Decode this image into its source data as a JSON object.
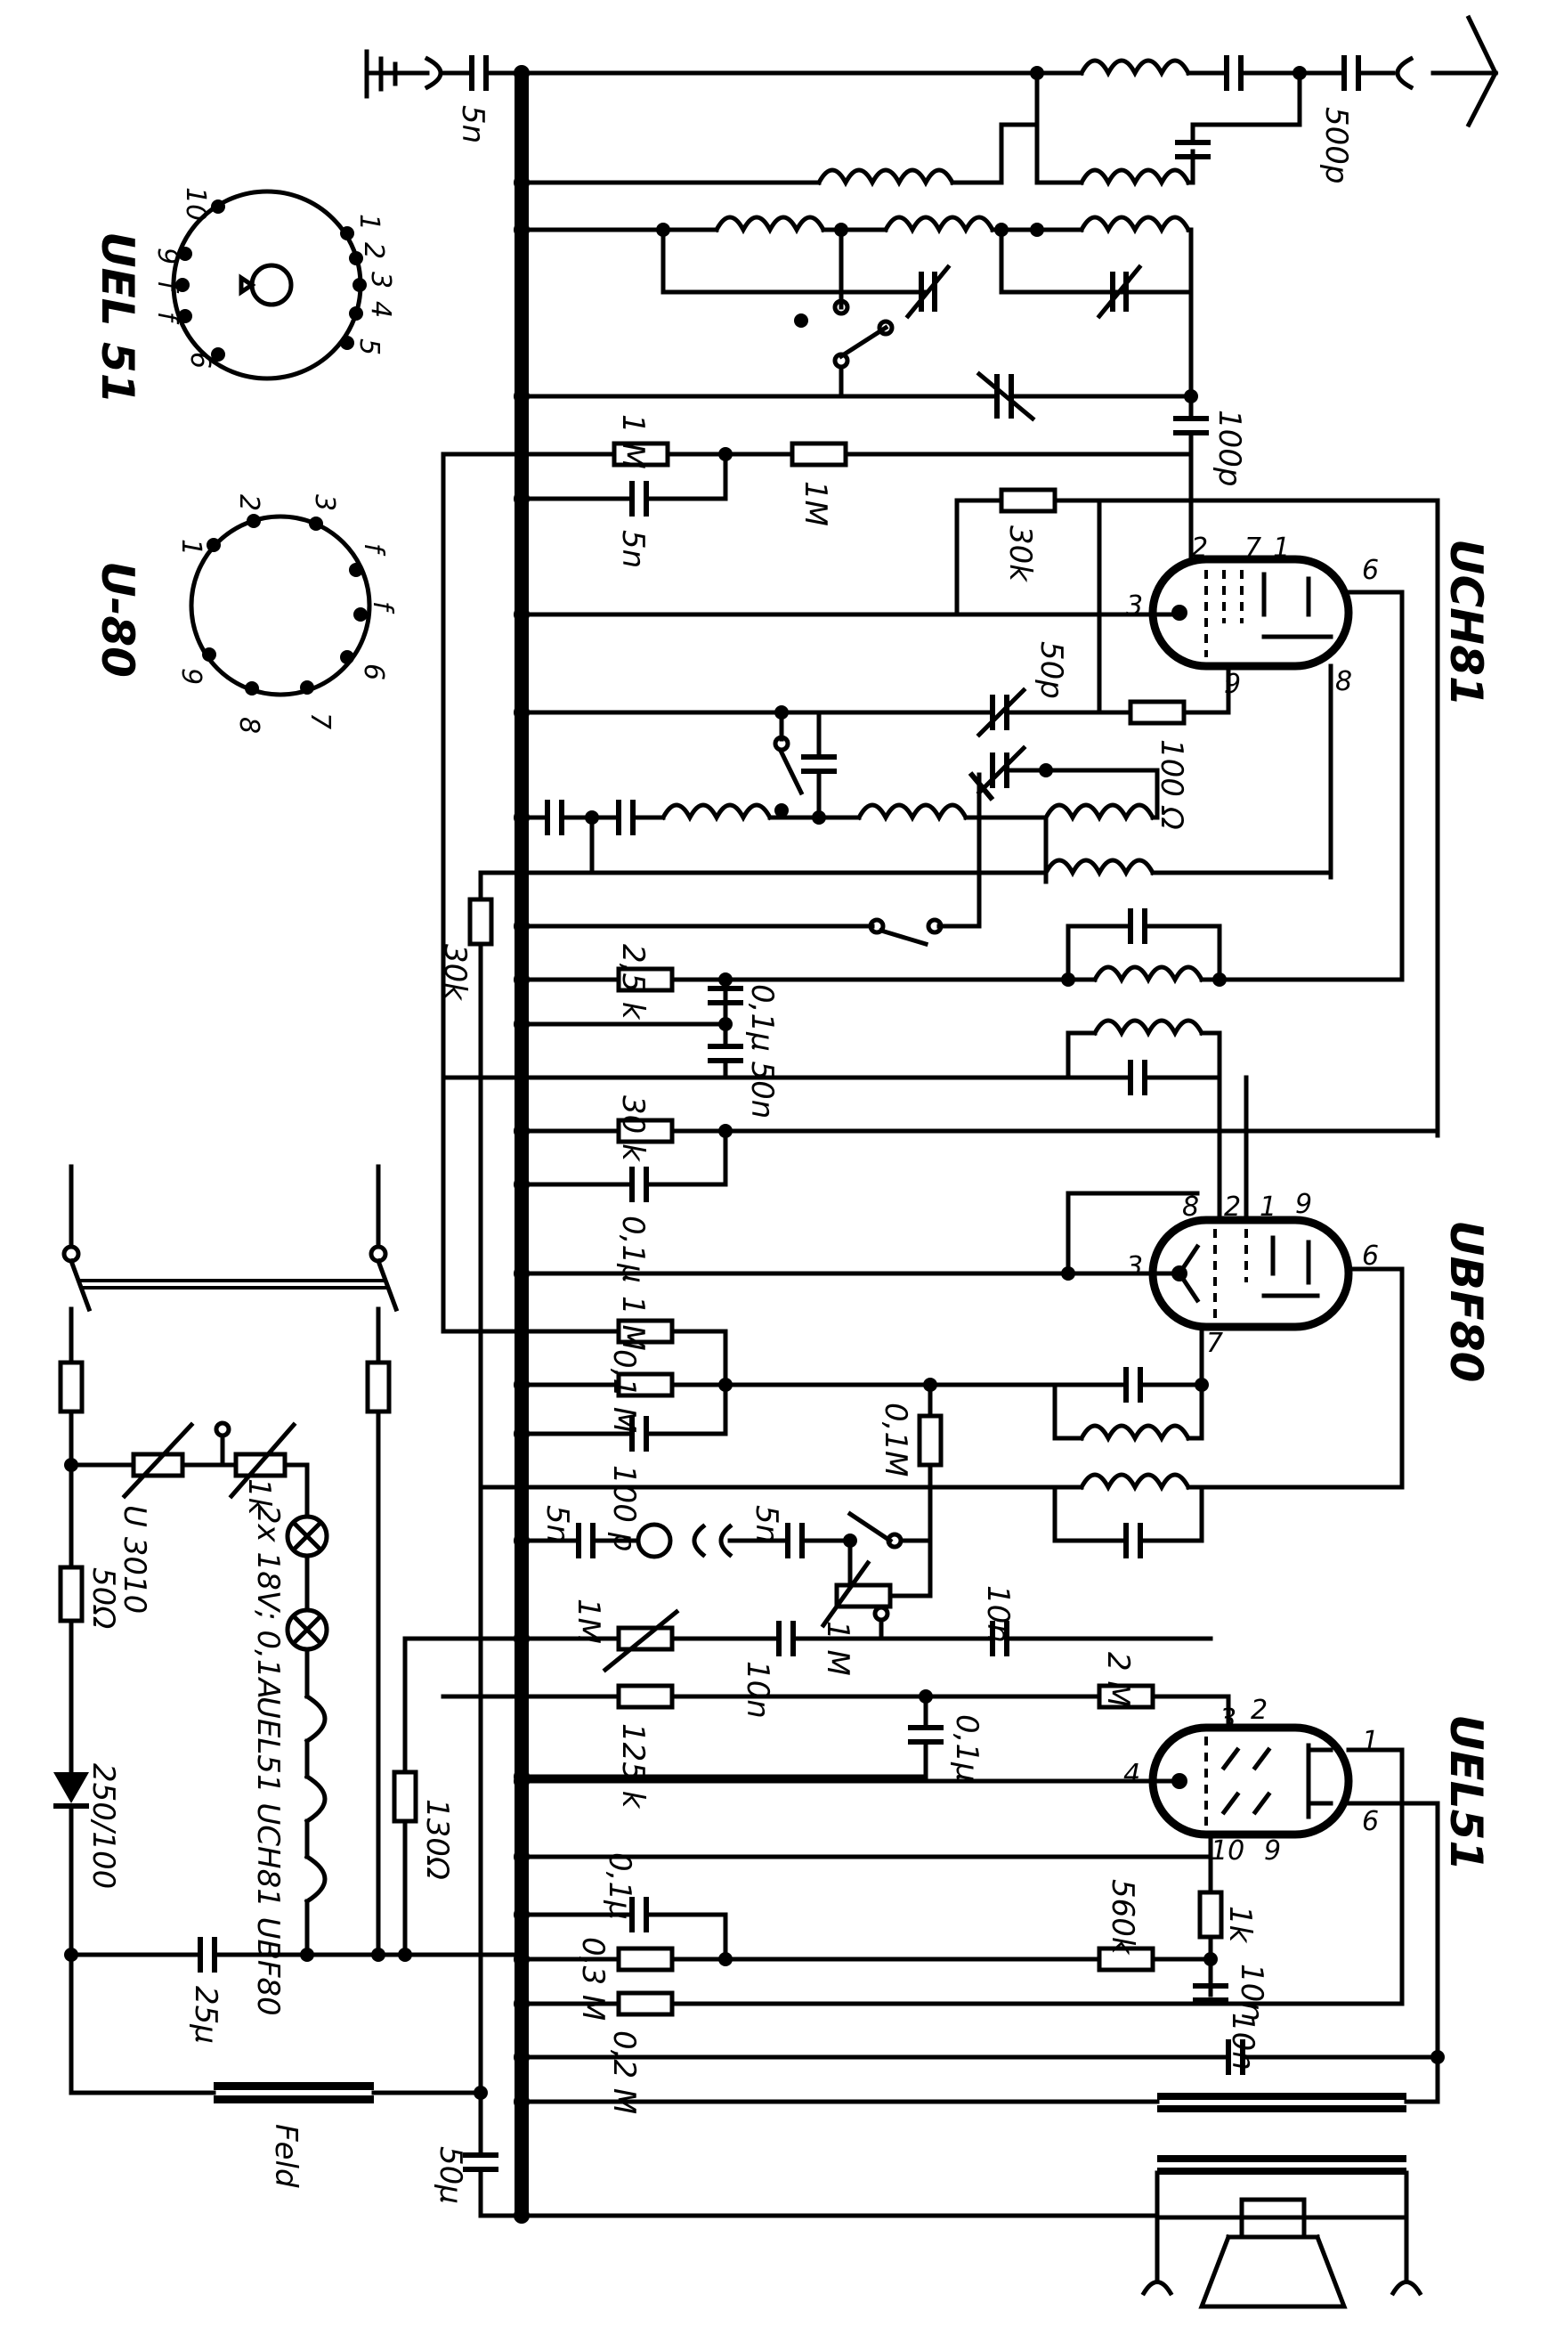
{
  "tubes": {
    "uch81": "UCH81",
    "ubf80": "UBF80",
    "uel51": "UEL51"
  },
  "basing": {
    "uel51": {
      "title": "UEL 51",
      "pins": [
        "10",
        "1",
        "2",
        "3",
        "4",
        "5",
        "6",
        "f",
        "f",
        "9"
      ]
    },
    "u80": {
      "title": "U-80",
      "pins": [
        "1",
        "2",
        "3",
        "f",
        "f",
        "6",
        "7",
        "8",
        "9"
      ]
    }
  },
  "pins": {
    "uch81": [
      "1",
      "2",
      "3",
      "6",
      "7",
      "8",
      "9"
    ],
    "ubf80": [
      "1",
      "2",
      "3",
      "6",
      "7",
      "8",
      "9"
    ],
    "uel51": [
      "1",
      "2",
      "3",
      "4",
      "6",
      "9",
      "10"
    ]
  },
  "components": {
    "c_ground": "5n",
    "c_antenna": "500p",
    "r_1m_top": "1 M",
    "c_5n_grid": "5n",
    "r_1m_b": "1M",
    "c_100p": "100p",
    "r_30k_osc": "30k",
    "c_50p": "50p",
    "r_100ohm": "100 Ω",
    "r_30k_side": "30k",
    "r_2_5k": "2,5 k",
    "c_01u_50n": "0,1µ 50n",
    "r_30k_b": "30 k",
    "c_01u_b": "0,1µ",
    "r_1m_ubf": "1 M",
    "r_01m": "0,1 M",
    "c_100p_b": "100 p",
    "r_01m_b": "0,1M",
    "c_5n_a": "5n",
    "c_5n_b": "5n",
    "pot_1m": "1M",
    "r_1m_c": "1 M",
    "c_10n_a": "10n",
    "c_10n_b": "10n",
    "r_2m": "2 M",
    "r_125k": "125 k",
    "c_01u_c": "0,1µ",
    "r_130ohm": "130Ω",
    "c_01u_d": "0,1µ",
    "r_03m": "0,3 M",
    "r_560k": "560k",
    "r_1k": "1k",
    "c_10n_c": "10n",
    "r_02m": "0,2 M",
    "c_10n_d": "10n",
    "c_50u": "50µ",
    "c_25u": "25µ",
    "field": "Feld",
    "r_u3010": "U 3010",
    "r_1k_lamp": "1k",
    "lamps": "2x 18V; 0,1A",
    "r_50ohm": "50Ω",
    "rectifier": "250/100",
    "heater_chain": "UEL51 UCH81 UBF80"
  }
}
